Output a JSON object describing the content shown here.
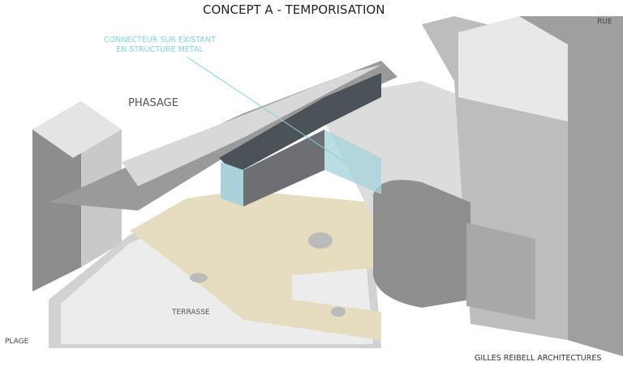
{
  "title": "CONCEPT A - TEMPORISATION",
  "labels": {
    "connector_line1": "CONNECTEUR SUR EXISTANT",
    "connector_line2": "EN STRUCTURE METAL",
    "phasage": "PHASAGE",
    "rue": "RUE",
    "terrasse": "TERRASSE",
    "plage": "PLAGE"
  },
  "credit": "GILLES REIBELL ARCHITECTURES",
  "colors": {
    "accent": "#7fd6dc",
    "ground": "#e6dcc0",
    "glass": "#a9d3dc"
  }
}
